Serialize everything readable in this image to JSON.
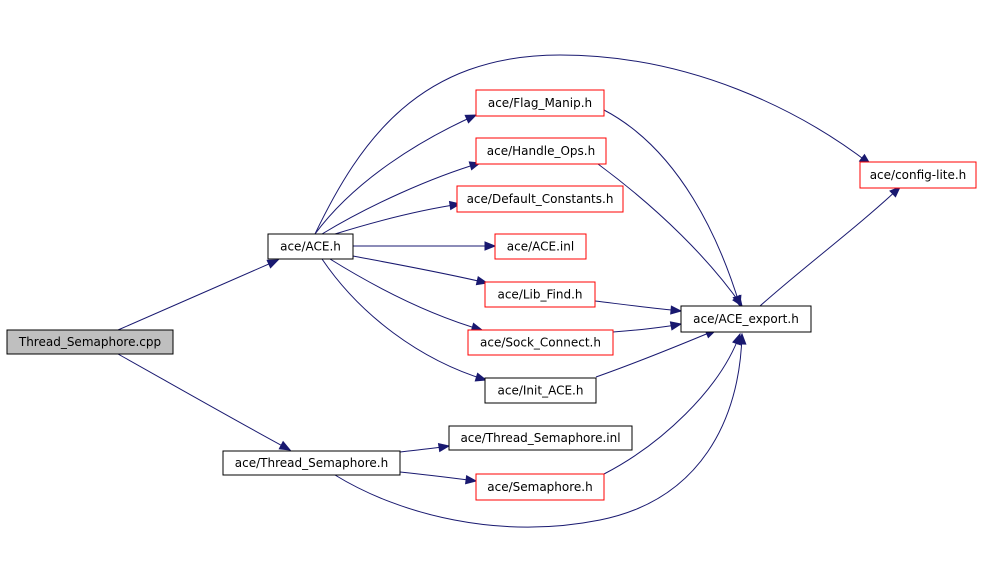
{
  "diagram": {
    "colors": {
      "edge": "#191970",
      "node_border": "#000000",
      "node_border_undocumented": "#ff0000",
      "root_fill": "#bfbfbf",
      "background": "#ffffff"
    },
    "nodes": [
      {
        "id": "thread_semaphore_cpp",
        "label": "Thread_Semaphore.cpp",
        "style": "root"
      },
      {
        "id": "ace_h",
        "label": "ace/ACE.h",
        "style": "normal"
      },
      {
        "id": "thread_semaphore_h",
        "label": "ace/Thread_Semaphore.h",
        "style": "normal"
      },
      {
        "id": "flag_manip_h",
        "label": "ace/Flag_Manip.h",
        "style": "missing"
      },
      {
        "id": "handle_ops_h",
        "label": "ace/Handle_Ops.h",
        "style": "missing"
      },
      {
        "id": "default_constants_h",
        "label": "ace/Default_Constants.h",
        "style": "missing"
      },
      {
        "id": "ace_inl",
        "label": "ace/ACE.inl",
        "style": "missing"
      },
      {
        "id": "lib_find_h",
        "label": "ace/Lib_Find.h",
        "style": "missing"
      },
      {
        "id": "sock_connect_h",
        "label": "ace/Sock_Connect.h",
        "style": "missing"
      },
      {
        "id": "init_ace_h",
        "label": "ace/Init_ACE.h",
        "style": "normal"
      },
      {
        "id": "thread_semaphore_inl",
        "label": "ace/Thread_Semaphore.inl",
        "style": "normal"
      },
      {
        "id": "semaphore_h",
        "label": "ace/Semaphore.h",
        "style": "missing"
      },
      {
        "id": "ace_export_h",
        "label": "ace/ACE_export.h",
        "style": "normal"
      },
      {
        "id": "config_lite_h",
        "label": "ace/config-lite.h",
        "style": "missing"
      }
    ],
    "edges": [
      {
        "from": "thread_semaphore_cpp",
        "to": "ace_h"
      },
      {
        "from": "thread_semaphore_cpp",
        "to": "thread_semaphore_h"
      },
      {
        "from": "ace_h",
        "to": "config_lite_h"
      },
      {
        "from": "ace_h",
        "to": "flag_manip_h"
      },
      {
        "from": "ace_h",
        "to": "handle_ops_h"
      },
      {
        "from": "ace_h",
        "to": "default_constants_h"
      },
      {
        "from": "ace_h",
        "to": "ace_inl"
      },
      {
        "from": "ace_h",
        "to": "lib_find_h"
      },
      {
        "from": "ace_h",
        "to": "sock_connect_h"
      },
      {
        "from": "ace_h",
        "to": "init_ace_h"
      },
      {
        "from": "flag_manip_h",
        "to": "ace_export_h"
      },
      {
        "from": "handle_ops_h",
        "to": "ace_export_h"
      },
      {
        "from": "lib_find_h",
        "to": "ace_export_h"
      },
      {
        "from": "sock_connect_h",
        "to": "ace_export_h"
      },
      {
        "from": "init_ace_h",
        "to": "ace_export_h"
      },
      {
        "from": "ace_export_h",
        "to": "config_lite_h"
      },
      {
        "from": "thread_semaphore_h",
        "to": "thread_semaphore_inl"
      },
      {
        "from": "thread_semaphore_h",
        "to": "semaphore_h"
      },
      {
        "from": "thread_semaphore_h",
        "to": "ace_export_h"
      },
      {
        "from": "semaphore_h",
        "to": "ace_export_h"
      }
    ]
  }
}
